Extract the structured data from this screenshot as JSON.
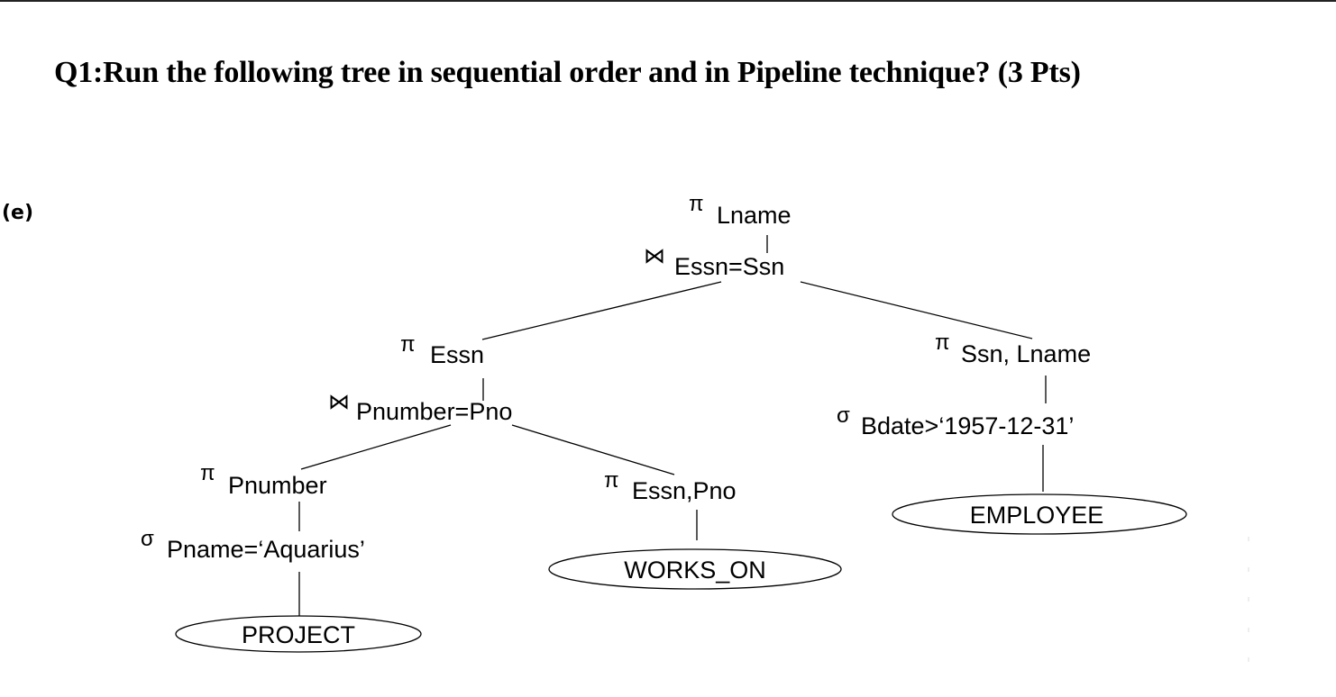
{
  "question": "Q1:Run the following tree in sequential order and in Pipeline technique? (3 Pts)",
  "part_label": "(e)",
  "nodes": {
    "root_project": {
      "op": "π",
      "label": "Lname"
    },
    "root_join": {
      "op": "⋈",
      "label": "Essn=Ssn"
    },
    "left_project": {
      "op": "π",
      "label": "Essn"
    },
    "left_join": {
      "op": "⋈",
      "label": "Pnumber=Pno"
    },
    "project_pnumber": {
      "op": "π",
      "label": "Pnumber"
    },
    "select_pname": {
      "op": "σ",
      "label": "Pname=‘Aquarius’"
    },
    "project_essn_pno": {
      "op": "π",
      "label": "Essn,Pno"
    },
    "right_project": {
      "op": "π",
      "label": "Ssn, Lname"
    },
    "select_bdate": {
      "op": "σ",
      "label": "Bdate>‘1957-12-31’"
    }
  },
  "relations": {
    "project": "PROJECT",
    "works_on": "WORKS_ON",
    "employee": "EMPLOYEE"
  }
}
